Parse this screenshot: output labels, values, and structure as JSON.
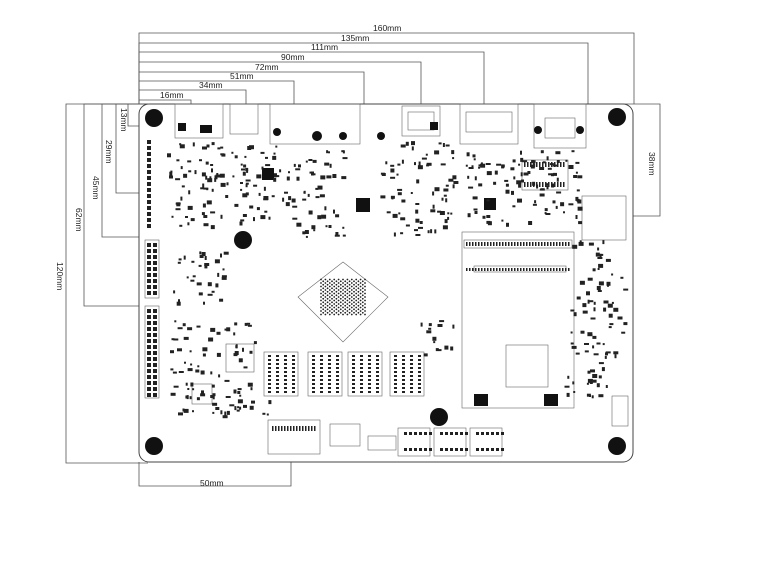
{
  "dimensions": {
    "top": [
      {
        "label": "160mm"
      },
      {
        "label": "135mm"
      },
      {
        "label": "111mm"
      },
      {
        "label": "90mm"
      },
      {
        "label": "72mm"
      },
      {
        "label": "51mm"
      },
      {
        "label": "34mm"
      },
      {
        "label": "16mm"
      }
    ],
    "left": [
      {
        "label": "13mm"
      },
      {
        "label": "29mm"
      },
      {
        "label": "45mm"
      },
      {
        "label": "62mm"
      },
      {
        "label": "120mm"
      }
    ],
    "right": {
      "label": "38mm"
    },
    "bottom": {
      "label": "50mm"
    }
  },
  "colors": {
    "line": "#555555",
    "component": "#111111",
    "board": "#ffffff"
  }
}
